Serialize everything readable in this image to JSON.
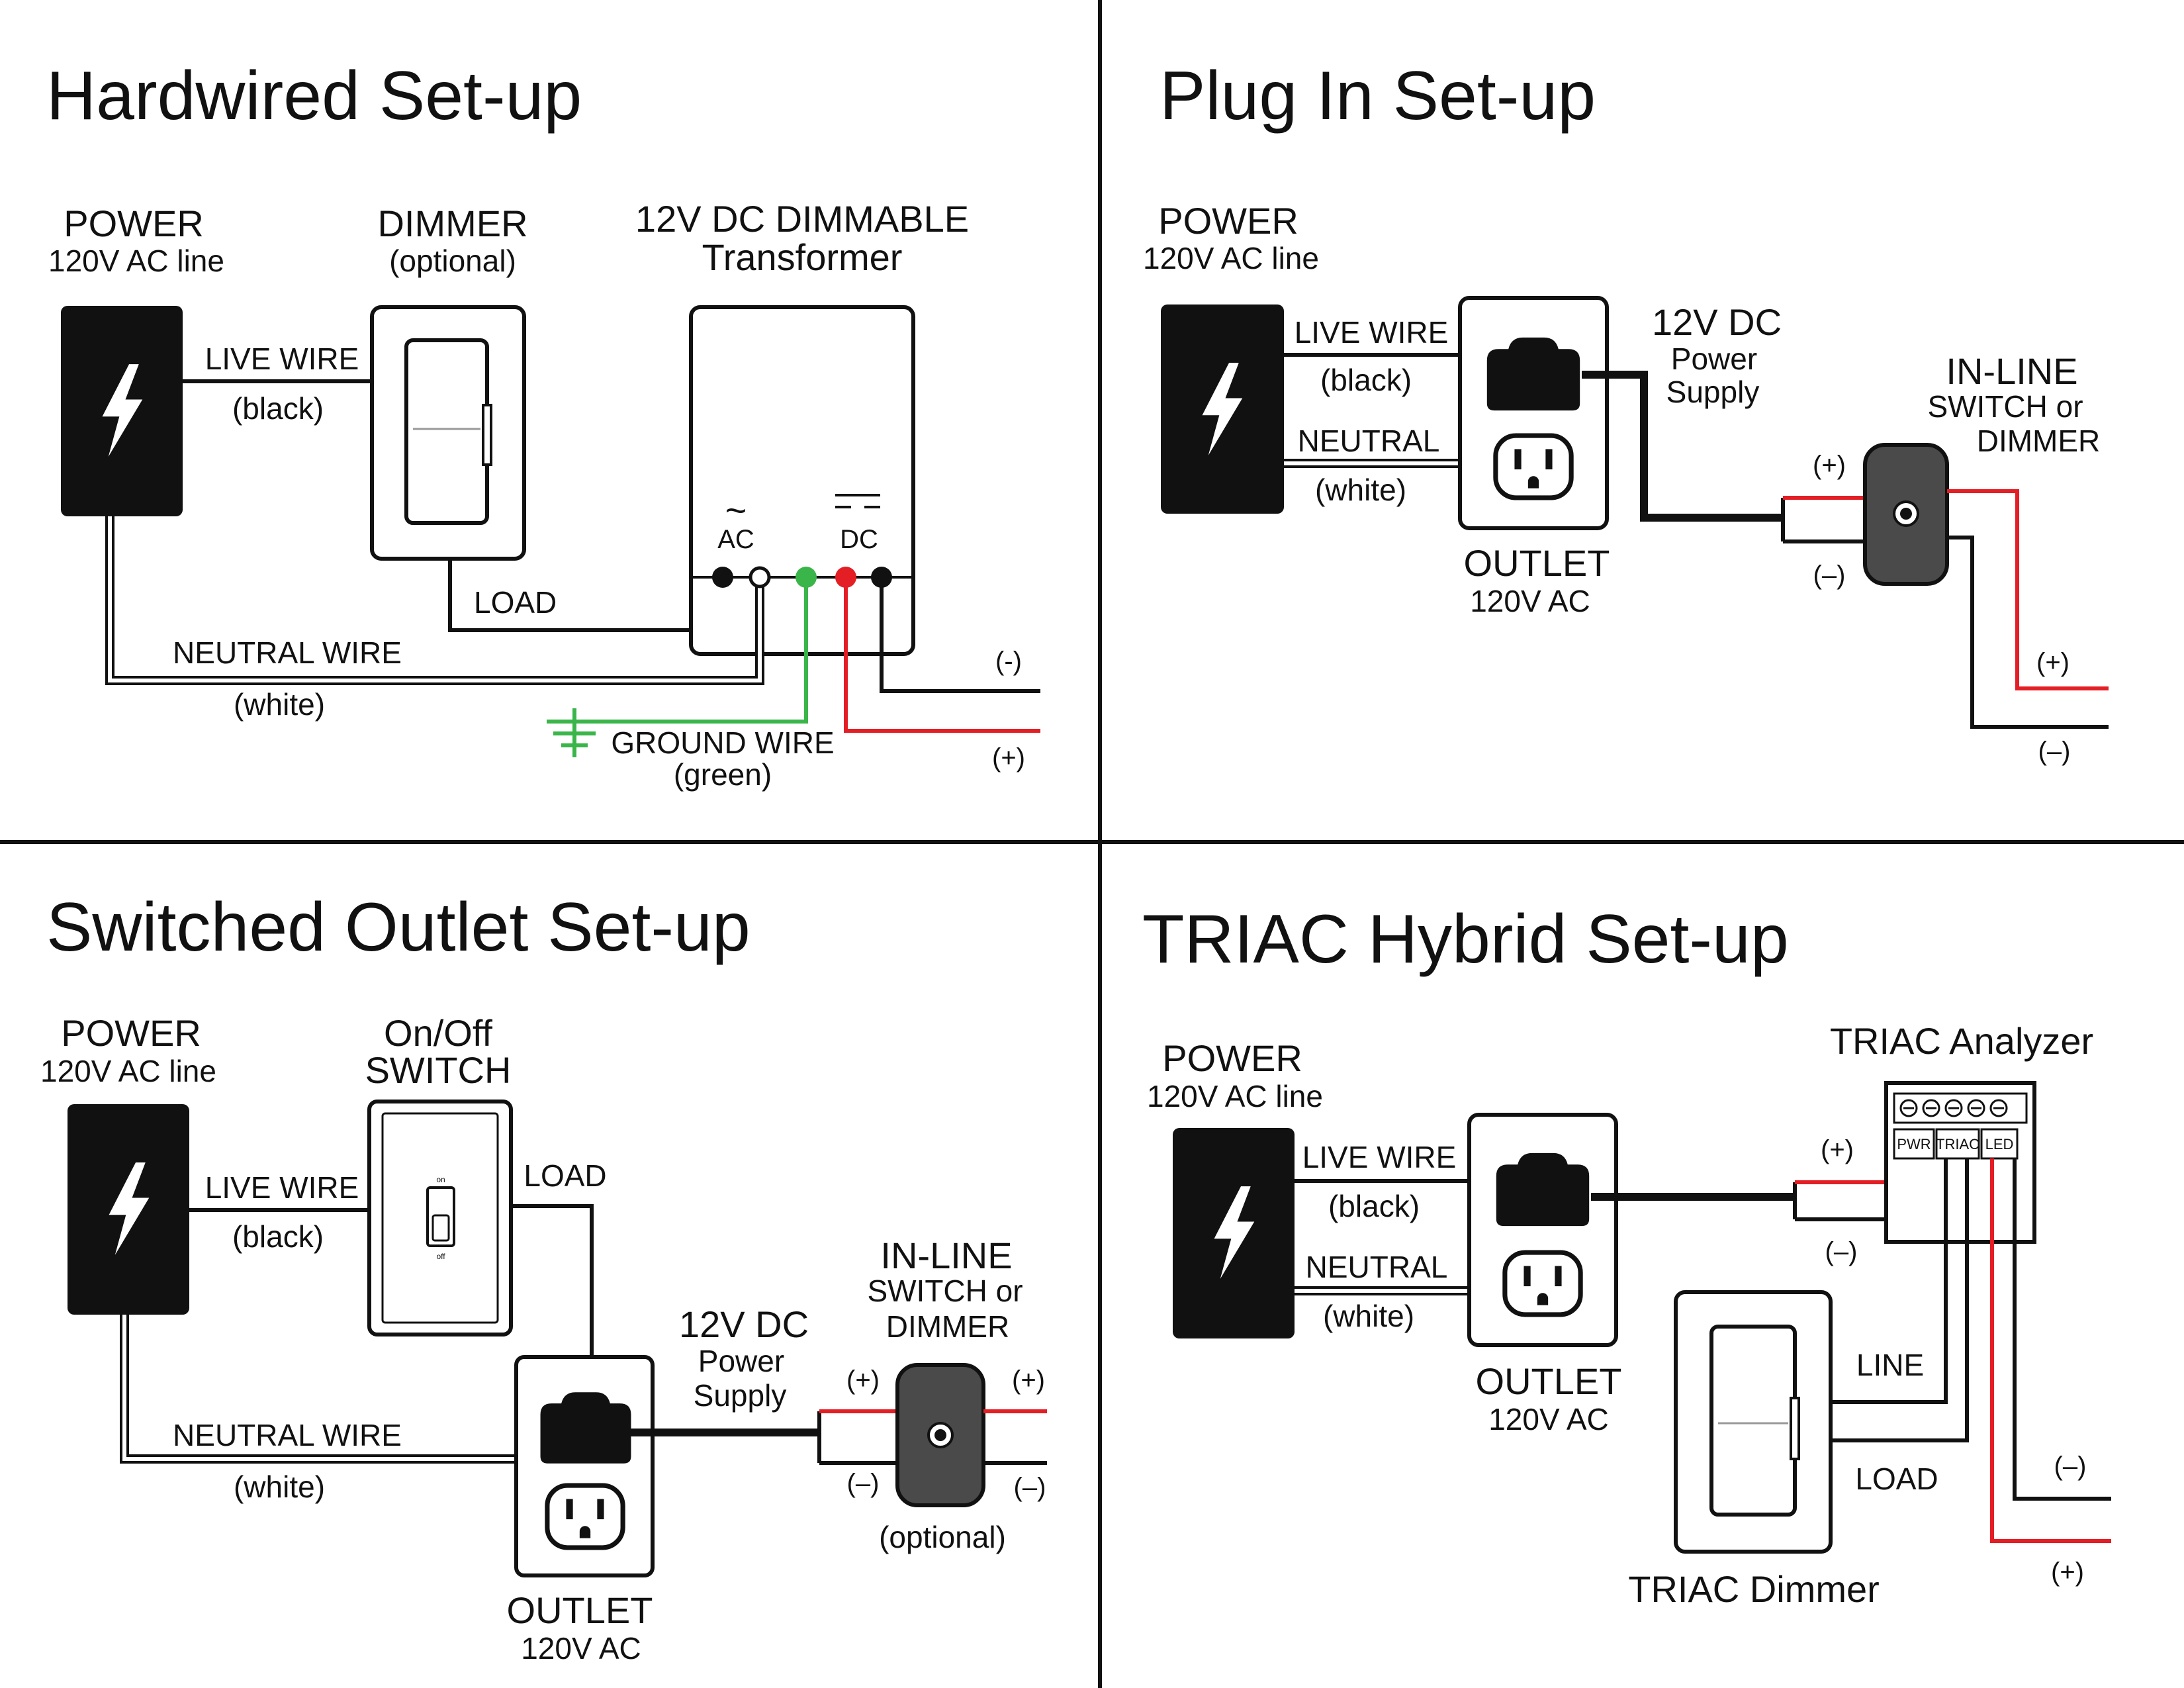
{
  "panels": {
    "hardwired": {
      "title": "Hardwired Set-up",
      "power_title": "POWER",
      "power_sub": "120V AC line",
      "dimmer_title": "DIMMER",
      "dimmer_sub": "(optional)",
      "transformer_title": "12V DC DIMMABLE",
      "transformer_sub": "Transformer",
      "live_wire": "LIVE WIRE",
      "live_color": "(black)",
      "load": "LOAD",
      "neutral_wire": "NEUTRAL WIRE",
      "neutral_color": "(white)",
      "ground_wire": "GROUND WIRE",
      "ground_color": "(green)",
      "ac_symbol": "~",
      "ac": "AC",
      "dc": "DC",
      "neg": "(-)",
      "pos": "(+)"
    },
    "plugin": {
      "title": "Plug In Set-up",
      "power_title": "POWER",
      "power_sub": "120V AC line",
      "live_wire": "LIVE WIRE",
      "live_color": "(black)",
      "neutral": "NEUTRAL",
      "neutral_color": "(white)",
      "outlet": "OUTLET",
      "outlet_sub": "120V AC",
      "supply_1": "12V DC",
      "supply_2": "Power",
      "supply_3": "Supply",
      "inline_1": "IN-LINE",
      "inline_2": "SWITCH or",
      "inline_3": "DIMMER",
      "pos_in": "(+)",
      "neg_in": "(–)",
      "pos_out": "(+)",
      "neg_out": "(–)"
    },
    "switched": {
      "title": "Switched Outlet Set-up",
      "power_title": "POWER",
      "power_sub": "120V AC line",
      "switch_1": "On/Off",
      "switch_2": "SWITCH",
      "switch_on": "on",
      "switch_off": "off",
      "live_wire": "LIVE WIRE",
      "live_color": "(black)",
      "load": "LOAD",
      "neutral_wire": "NEUTRAL WIRE",
      "neutral_color": "(white)",
      "outlet": "OUTLET",
      "outlet_sub": "120V AC",
      "supply_1": "12V DC",
      "supply_2": "Power",
      "supply_3": "Supply",
      "inline_1": "IN-LINE",
      "inline_2": "SWITCH or",
      "inline_3": "DIMMER",
      "optional": "(optional)",
      "pos_in": "(+)",
      "neg_in": "(–)",
      "pos_out": "(+)",
      "neg_out": "(–)"
    },
    "triac": {
      "title": "TRIAC Hybrid Set-up",
      "power_title": "POWER",
      "power_sub": "120V AC line",
      "live_wire": "LIVE WIRE",
      "live_color": "(black)",
      "neutral": "NEUTRAL",
      "neutral_color": "(white)",
      "outlet": "OUTLET",
      "outlet_sub": "120V AC",
      "analyzer": "TRIAC Analyzer",
      "term_pwr": "PWR",
      "term_triac": "TRIAC",
      "term_led": "LED",
      "pos_in": "(+)",
      "neg_in": "(–)",
      "line": "LINE",
      "load": "LOAD",
      "dimmer": "TRIAC Dimmer",
      "neg_out": "(–)",
      "pos_out": "(+)"
    }
  },
  "colors": {
    "wire": "#111111",
    "positive": "#e31e24",
    "ground": "#3ab54a",
    "device_dark": "#4a4a4a"
  },
  "icons": [
    "lightning-bolt-icon",
    "ground-symbol-icon",
    "outlet-receptacle-icon",
    "dimmer-slider-icon",
    "toggle-switch-icon",
    "knob-icon"
  ]
}
